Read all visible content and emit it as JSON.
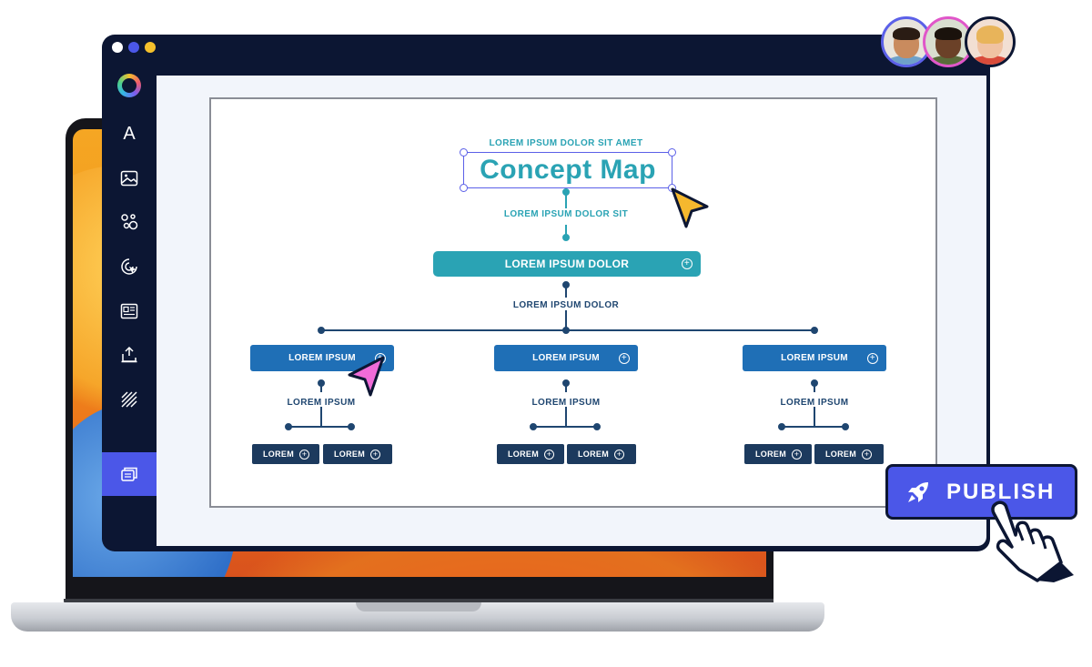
{
  "traffic_lights": [
    "#ffffff",
    "#4b57e8",
    "#f5c02c"
  ],
  "sidebar": {
    "items": [
      {
        "name": "logo",
        "icon": "app-logo-icon",
        "active": false
      },
      {
        "name": "text",
        "icon": "text-icon",
        "glyph": "A",
        "active": false
      },
      {
        "name": "image",
        "icon": "image-icon",
        "active": false
      },
      {
        "name": "elements",
        "icon": "shapes-icon",
        "active": false
      },
      {
        "name": "animations",
        "icon": "pointer-circle-icon",
        "active": false
      },
      {
        "name": "layout",
        "icon": "layout-icon",
        "active": false
      },
      {
        "name": "upload",
        "icon": "upload-icon",
        "active": false
      },
      {
        "name": "pattern",
        "icon": "stripes-icon",
        "active": false
      },
      {
        "name": "pages",
        "icon": "stack-icon",
        "active": true
      }
    ]
  },
  "concept_map": {
    "subtitle": "LOREM IPSUM DOLOR SIT AMET",
    "title": "Concept Map",
    "link_label_1": "LOREM IPSUM DOLOR SIT",
    "main_node": "LOREM IPSUM DOLOR",
    "link_label_2": "LOREM IPSUM DOLOR",
    "branches": [
      {
        "label": "LOREM IPSUM",
        "link": "LOREM IPSUM",
        "leaves": [
          "LOREM",
          "LOREM"
        ]
      },
      {
        "label": "LOREM IPSUM",
        "link": "LOREM IPSUM",
        "leaves": [
          "LOREM",
          "LOREM"
        ]
      },
      {
        "label": "LOREM IPSUM",
        "link": "LOREM IPSUM",
        "leaves": [
          "LOREM",
          "LOREM"
        ]
      }
    ],
    "plus_glyph": "+"
  },
  "collaborators": [
    {
      "name": "collaborator-1",
      "ring": "#5b60e8",
      "skin": "#c98b5e",
      "hair": "#2a1c14",
      "shirt": "#6fa1c9"
    },
    {
      "name": "collaborator-2",
      "ring": "#e056c9",
      "skin": "#6b4128",
      "hair": "#1a120c",
      "shirt": "#5a6b3a"
    },
    {
      "name": "collaborator-3",
      "ring": "#0c1633",
      "skin": "#f0c2a2",
      "hair": "#e8b45a",
      "shirt": "#d94b3a"
    }
  ],
  "cursors": [
    {
      "name": "cursor-yellow",
      "color": "#f5b82e"
    },
    {
      "name": "cursor-pink",
      "color": "#f06bd8"
    }
  ],
  "publish": {
    "label": "PUBLISH",
    "icon": "rocket-icon"
  },
  "colors": {
    "navy": "#0c1633",
    "accent": "#4b57e8",
    "teal": "#2aa3b4",
    "blue": "#1f6fb6",
    "dark": "#1c3a5e"
  }
}
